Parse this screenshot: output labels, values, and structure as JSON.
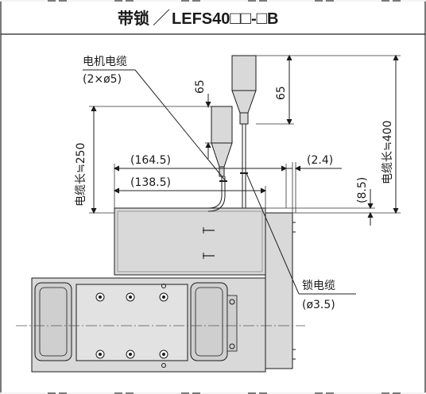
{
  "title": {
    "prefix": "带锁",
    "separator": "／",
    "model_a": "LEFS40",
    "box": "□",
    "dash": "-",
    "suffix": "B"
  },
  "labels": {
    "motor_cable_name": "电机电缆",
    "motor_cable_spec": "(2×ø5)",
    "lock_cable_name": "锁电缆",
    "lock_cable_spec": "(ø3.5)",
    "cable_len_250": "电缆长≒250",
    "cable_len_400": "电缆长≒400"
  },
  "dimensions": {
    "d_65_left": "65",
    "d_65_right": "65",
    "d_164_5": "(164.5)",
    "d_138_5": "(138.5)",
    "d_2_4": "(2.4)",
    "d_8_5": "(8.5)"
  },
  "colors": {
    "body_fill": "#d9d9d9",
    "body_dark": "#bdbdbd",
    "line": "#1a1a1a",
    "title_border": "#222222"
  }
}
